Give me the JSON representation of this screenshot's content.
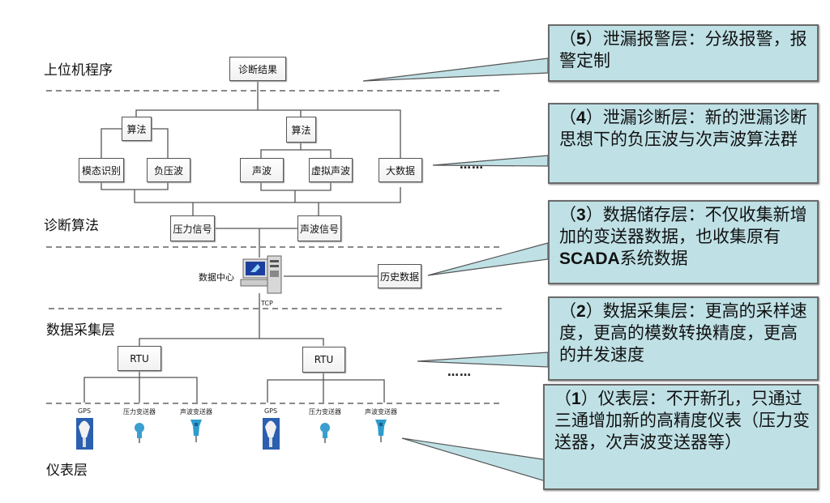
{
  "layers": {
    "upper_program": "上位机程序",
    "diagnosis_algorithm": "诊断算法",
    "data_collection": "数据采集层",
    "instrument": "仪表层"
  },
  "nodes": {
    "diagnosis_result": "诊断结果",
    "algorithm_left": "算法",
    "algorithm_mid": "算法",
    "modal_identification": "模态识别",
    "negative_pressure_wave": "负压波",
    "acoustic_wave": "声波",
    "virtual_acoustic_wave": "虚拟声波",
    "big_data": "大数据",
    "pressure_signal": "压力信号",
    "acoustic_signal": "声波信号",
    "data_center": "数据中心",
    "history_data": "历史数据",
    "tcp": "TCP",
    "rtu_left": "RTU",
    "rtu_right": "RTU"
  },
  "devices": [
    {
      "label": "GPS",
      "icon": "gps-antenna-icon"
    },
    {
      "label": "压力变送器",
      "icon": "pressure-transmitter-icon"
    },
    {
      "label": "声波变送器",
      "icon": "acoustic-transmitter-icon"
    },
    {
      "label": "GPS",
      "icon": "gps-antenna-icon"
    },
    {
      "label": "压力变送器",
      "icon": "pressure-transmitter-icon"
    },
    {
      "label": "声波变送器",
      "icon": "acoustic-transmitter-icon"
    }
  ],
  "ellipsis": "……",
  "callouts": [
    {
      "num": "5",
      "prefix": "（",
      "suffix": "）",
      "text": "泄漏报警层：分级报警，报警定制"
    },
    {
      "num": "4",
      "prefix": "（",
      "suffix": "）",
      "text": "泄漏诊断层：新的泄漏诊断思想下的负压波与次声波算法群"
    },
    {
      "num": "3",
      "prefix": "（",
      "suffix": "）",
      "text_a": "数据储存层：不仅收集新增加的变送器数据，也收集原有",
      "bold": "SCADA",
      "text_b": "系统数据"
    },
    {
      "num": "2",
      "prefix": "（",
      "suffix": "）",
      "text": "数据采集层：更高的采样速度，更高的模数转换精度，更高的并发速度"
    },
    {
      "num": "1",
      "prefix": "（",
      "suffix": "）",
      "text": "仪表层：不开新孔，只通过三通增加新的高精度仪表（压力变送器，次声波变送器等）"
    }
  ],
  "colors": {
    "callout_fill": "#bfe1e6",
    "callout_border": "#6a6a6a",
    "line": "#555555"
  }
}
